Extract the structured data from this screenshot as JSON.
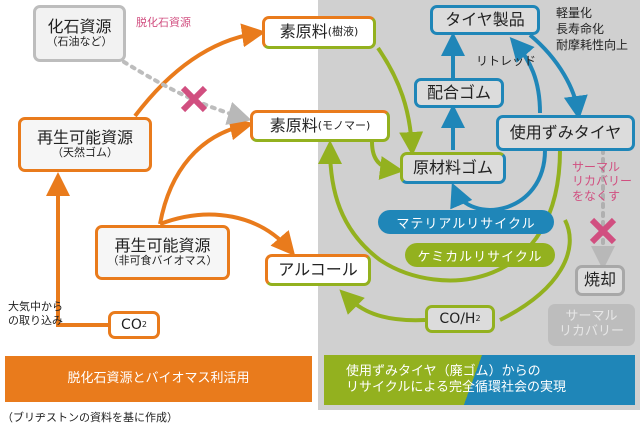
{
  "colors": {
    "orange": "#e97b1c",
    "green": "#93b11f",
    "blue": "#1f86b8",
    "pink": "#d14f80",
    "gray": "#a8a8a8",
    "panel": "#d0d0d0"
  },
  "left": {
    "fossil": {
      "title": "化石資源",
      "sub": "（石油など）"
    },
    "defossil_label": "脱化石資源",
    "latex": {
      "title": "素原料",
      "sub": "(樹液)"
    },
    "monomer": {
      "title": "素原料",
      "sub": "(モノマー)"
    },
    "natural_rubber": {
      "title": "再生可能資源",
      "sub": "（天然ゴム）"
    },
    "biomass": {
      "title": "再生可能資源",
      "sub": "（非可食バイオマス）"
    },
    "alcohol": "アルコール",
    "co2": {
      "main": "CO",
      "sub": "2"
    },
    "atmosphere": [
      "大気中から",
      "の取り込み"
    ],
    "banner": "脱化石資源とバイオマス利活用"
  },
  "right": {
    "tire_product": "タイヤ製品",
    "benefits": [
      "軽量化",
      "長寿命化",
      "耐摩耗性向上"
    ],
    "retread": "リトレッド",
    "compound": "配合ゴム",
    "used_tire": "使用ずみタイヤ",
    "raw_rubber": "原材料ゴム",
    "no_thermal": [
      "サーマル",
      "リカバリー",
      "をなくす"
    ],
    "material_recycle": "マテリアルリサイクル",
    "chemical_recycle": "ケミカルリサイクル",
    "incineration": "焼却",
    "thermal_recovery": [
      "サーマル",
      "リカバリー"
    ],
    "coh2": {
      "main": "CO/H",
      "sub": "2"
    },
    "banner": [
      "使用ずみタイヤ（廃ゴム）からの",
      "リサイクルによる完全循環社会の実現"
    ]
  },
  "source": "（ブリヂストンの資料を基に作成）"
}
